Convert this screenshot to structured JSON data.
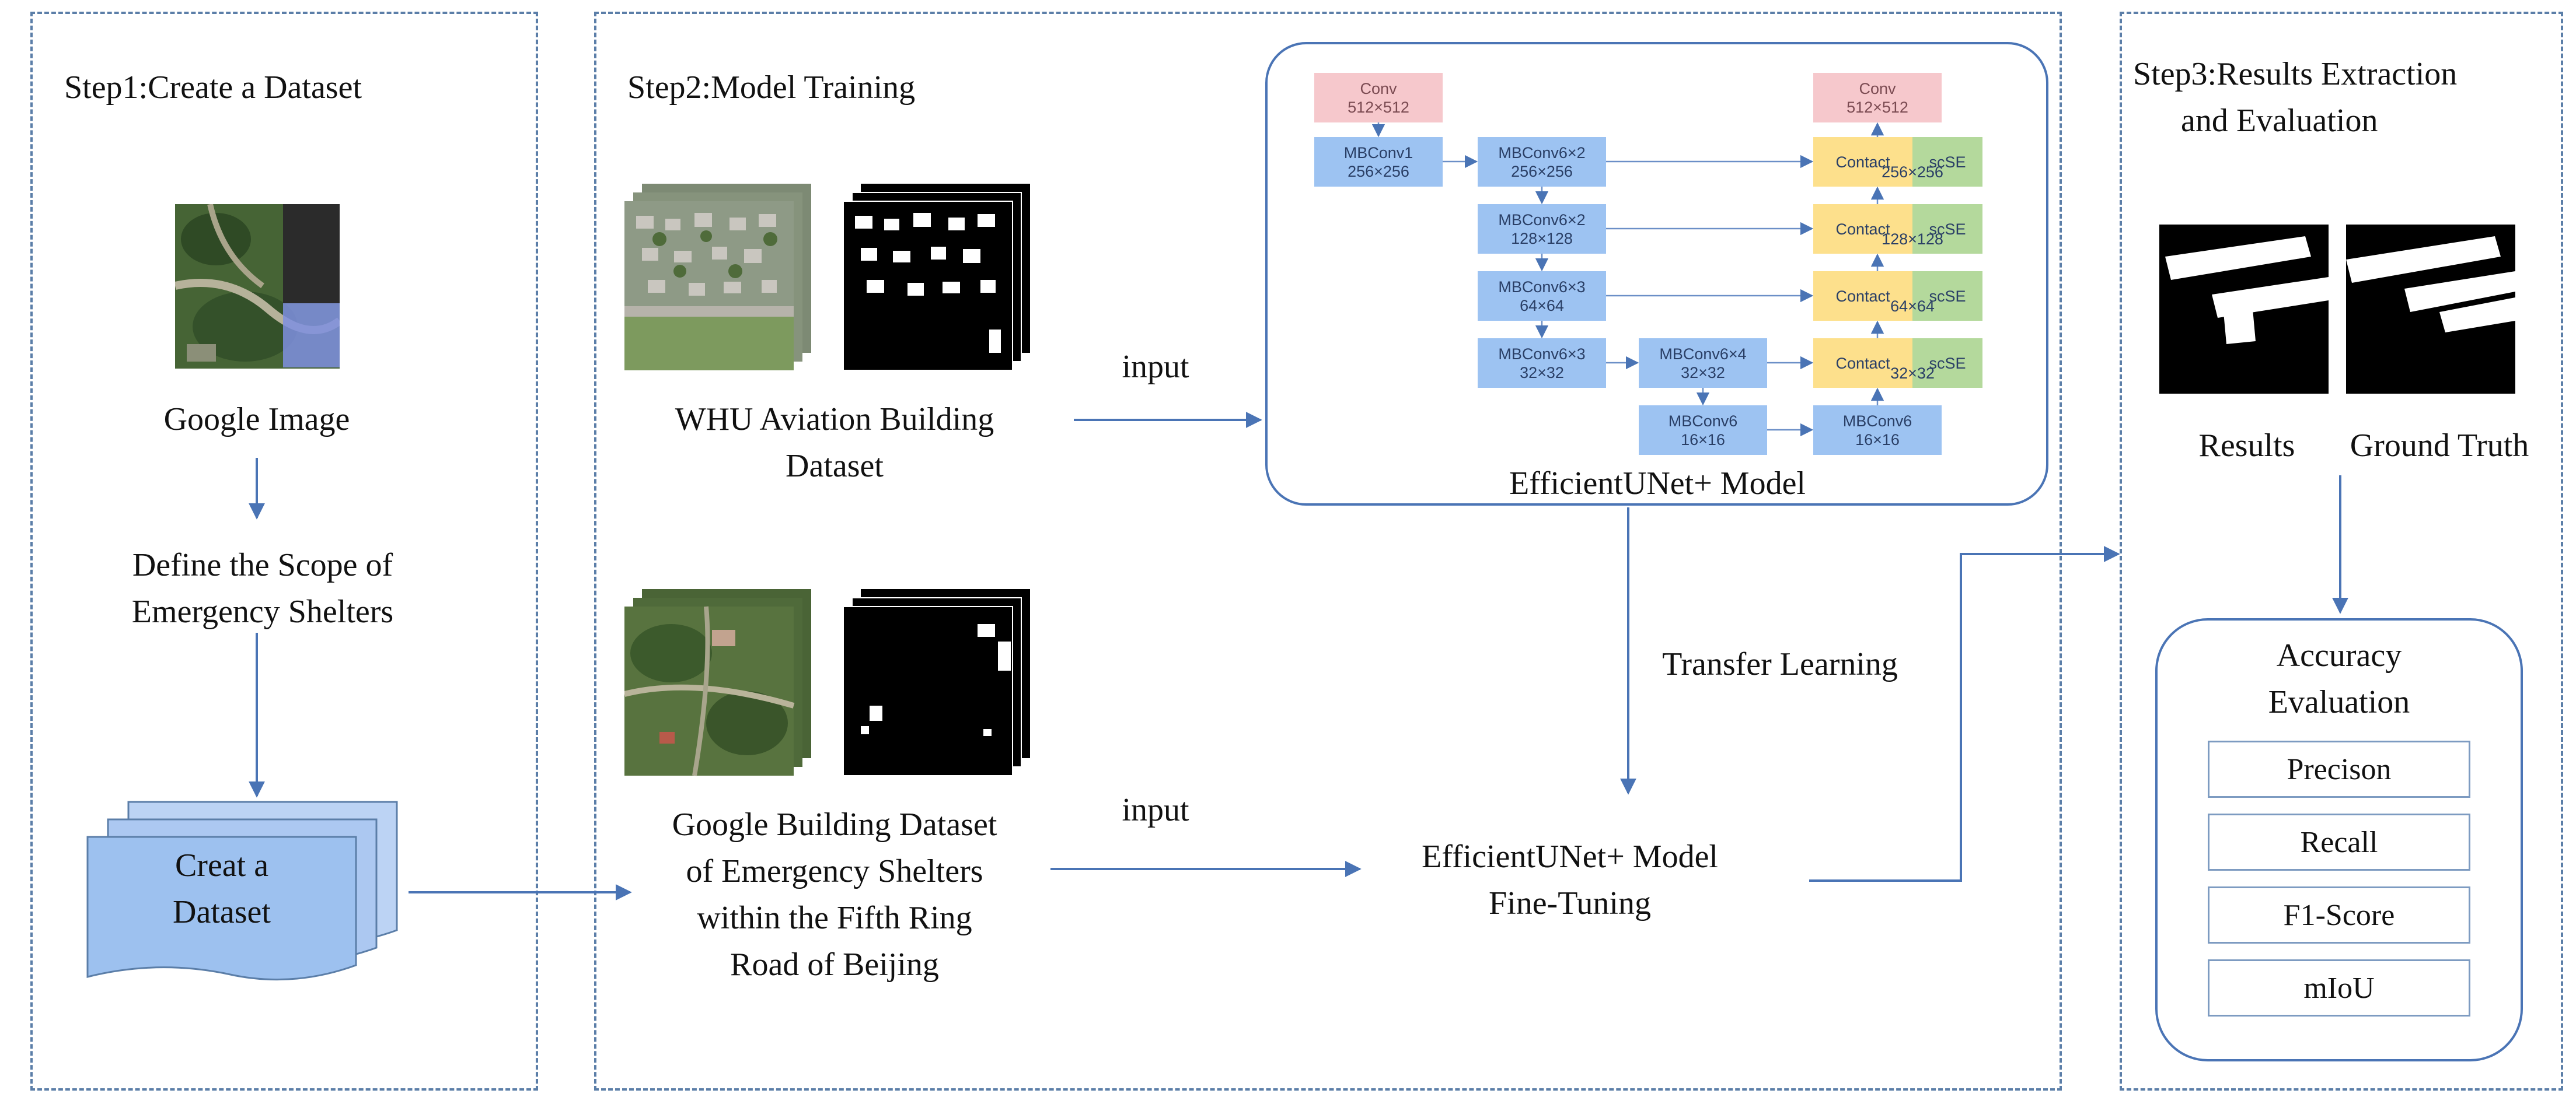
{
  "step1": {
    "title": "Step1:Create a Dataset",
    "google_image_label": "Google Image",
    "define_scope_line1": "Define the Scope of",
    "define_scope_line2": "Emergency Shelters",
    "create_dataset_line1": "Creat a",
    "create_dataset_line2": "Dataset"
  },
  "step2": {
    "title": "Step2:Model Training",
    "whu_label_line1": "WHU Aviation Building",
    "whu_label_line2": "Dataset",
    "google_label_lines": [
      "Google Building Dataset",
      "of Emergency Shelters",
      "within the Fifth Ring",
      "Road of Beijing"
    ],
    "input_top": "input",
    "input_bottom": "input",
    "model_label": "EfficientUNet+ Model",
    "transfer_learning": "Transfer Learning",
    "finetune_line1": "EfficientUNet+ Model",
    "finetune_line2": "Fine-Tuning"
  },
  "architecture": {
    "conv_top_left": {
      "name": "Conv",
      "size": "512×512"
    },
    "conv_top_right": {
      "name": "Conv",
      "size": "512×512"
    },
    "encoder": [
      {
        "name": "MBConv1",
        "size": "256×256"
      },
      {
        "name": "MBConv6×2",
        "size": "256×256"
      },
      {
        "name": "MBConv6×2",
        "size": "128×128"
      },
      {
        "name": "MBConv6×3",
        "size": "64×64"
      },
      {
        "name": "MBConv6×3",
        "size": "32×32"
      },
      {
        "name": "MBConv6×4",
        "size": "32×32"
      },
      {
        "name": "MBConv6",
        "size": "16×16"
      }
    ],
    "bottom_right": {
      "name": "MBConv6",
      "size": "16×16"
    },
    "decoder": [
      {
        "name": "Contact",
        "size": "256×256",
        "se": "scSE"
      },
      {
        "name": "Contact",
        "size": "128×128",
        "se": "scSE"
      },
      {
        "name": "Contact",
        "size": "64×64",
        "se": "scSE"
      },
      {
        "name": "Contact",
        "size": "32×32",
        "se": "scSE"
      }
    ]
  },
  "step3": {
    "title_line1": "Step3:Results Extraction",
    "title_line2": "and Evaluation",
    "results_label": "Results",
    "ground_truth_label": "Ground Truth",
    "accuracy_line1": "Accuracy",
    "accuracy_line2": "Evaluation",
    "metrics": [
      "Precison",
      "Recall",
      "F1-Score",
      "mIoU"
    ]
  },
  "colors": {
    "panel_border": "#5b7ea8",
    "arrow": "#4a74b5",
    "block_blue": "#9dc3f2",
    "block_pink": "#f6c8cc",
    "block_yellow": "#fde08c",
    "block_green": "#b4d99c"
  }
}
